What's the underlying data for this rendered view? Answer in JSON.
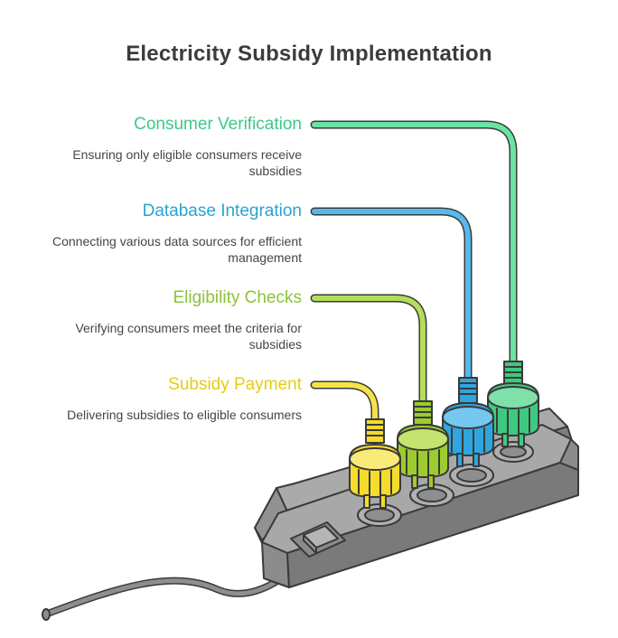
{
  "title": "Electricity Subsidy Implementation",
  "items": [
    {
      "title": "Consumer Verification",
      "description": "Ensuring only eligible consumers receive subsidies",
      "color": "#3cc78a",
      "plug_color": "#3ec981"
    },
    {
      "title": "Database Integration",
      "description": "Connecting various data sources for efficient management",
      "color": "#2aa3cf",
      "plug_color": "#2fa6e0"
    },
    {
      "title": "Eligibility Checks",
      "description": "Verifying consumers meet the criteria for subsidies",
      "color": "#8cc23a",
      "plug_color": "#9ccc2e"
    },
    {
      "title": "Subsidy Payment",
      "description": "Delivering subsidies to eligible consumers",
      "color": "#e5cc17",
      "plug_color": "#f5dc2a"
    }
  ],
  "power_strip": {
    "color": "#9a9a9a",
    "switch_color": "#b5b5b5"
  }
}
